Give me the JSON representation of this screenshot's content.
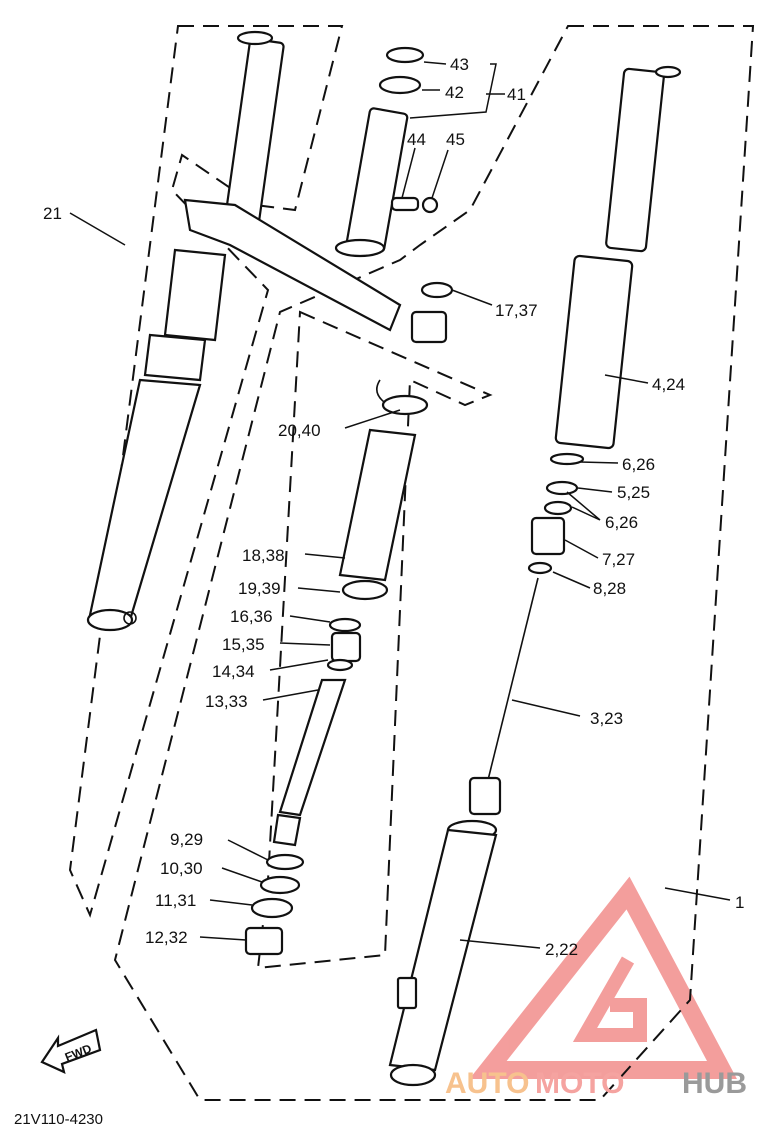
{
  "diagram": {
    "callouts": [
      {
        "id": "c43",
        "text": "43"
      },
      {
        "id": "c42",
        "text": "42"
      },
      {
        "id": "c41",
        "text": "41"
      },
      {
        "id": "c44",
        "text": "44"
      },
      {
        "id": "c45",
        "text": "45"
      },
      {
        "id": "c21",
        "text": "21"
      },
      {
        "id": "c17",
        "text": "17,37"
      },
      {
        "id": "c4",
        "text": "4,24"
      },
      {
        "id": "c20",
        "text": "20,40"
      },
      {
        "id": "c6a",
        "text": "6,26"
      },
      {
        "id": "c5",
        "text": "5,25"
      },
      {
        "id": "c6b",
        "text": "6,26"
      },
      {
        "id": "c18",
        "text": "18,38"
      },
      {
        "id": "c7",
        "text": "7,27"
      },
      {
        "id": "c19",
        "text": "19,39"
      },
      {
        "id": "c8",
        "text": "8,28"
      },
      {
        "id": "c16",
        "text": "16,36"
      },
      {
        "id": "c15",
        "text": "15,35"
      },
      {
        "id": "c14",
        "text": "14,34"
      },
      {
        "id": "c13",
        "text": "13,33"
      },
      {
        "id": "c3",
        "text": "3,23"
      },
      {
        "id": "c9",
        "text": "9,29"
      },
      {
        "id": "c10",
        "text": "10,30"
      },
      {
        "id": "c11",
        "text": "11,31"
      },
      {
        "id": "c1",
        "text": "1"
      },
      {
        "id": "c12",
        "text": "12,32"
      },
      {
        "id": "c2",
        "text": "2,22"
      }
    ],
    "fwd_label": "FWD",
    "drawing_code": "21V110-4230"
  },
  "watermark": {
    "text_auto": "AUTO",
    "text_moto": "MOTO",
    "text_hub": "HUB",
    "color_auto": "#f7c28e",
    "color_moto": "#f5a3a0",
    "color_hub": "#9a9a9a",
    "logo_color": "#f07e7c"
  }
}
